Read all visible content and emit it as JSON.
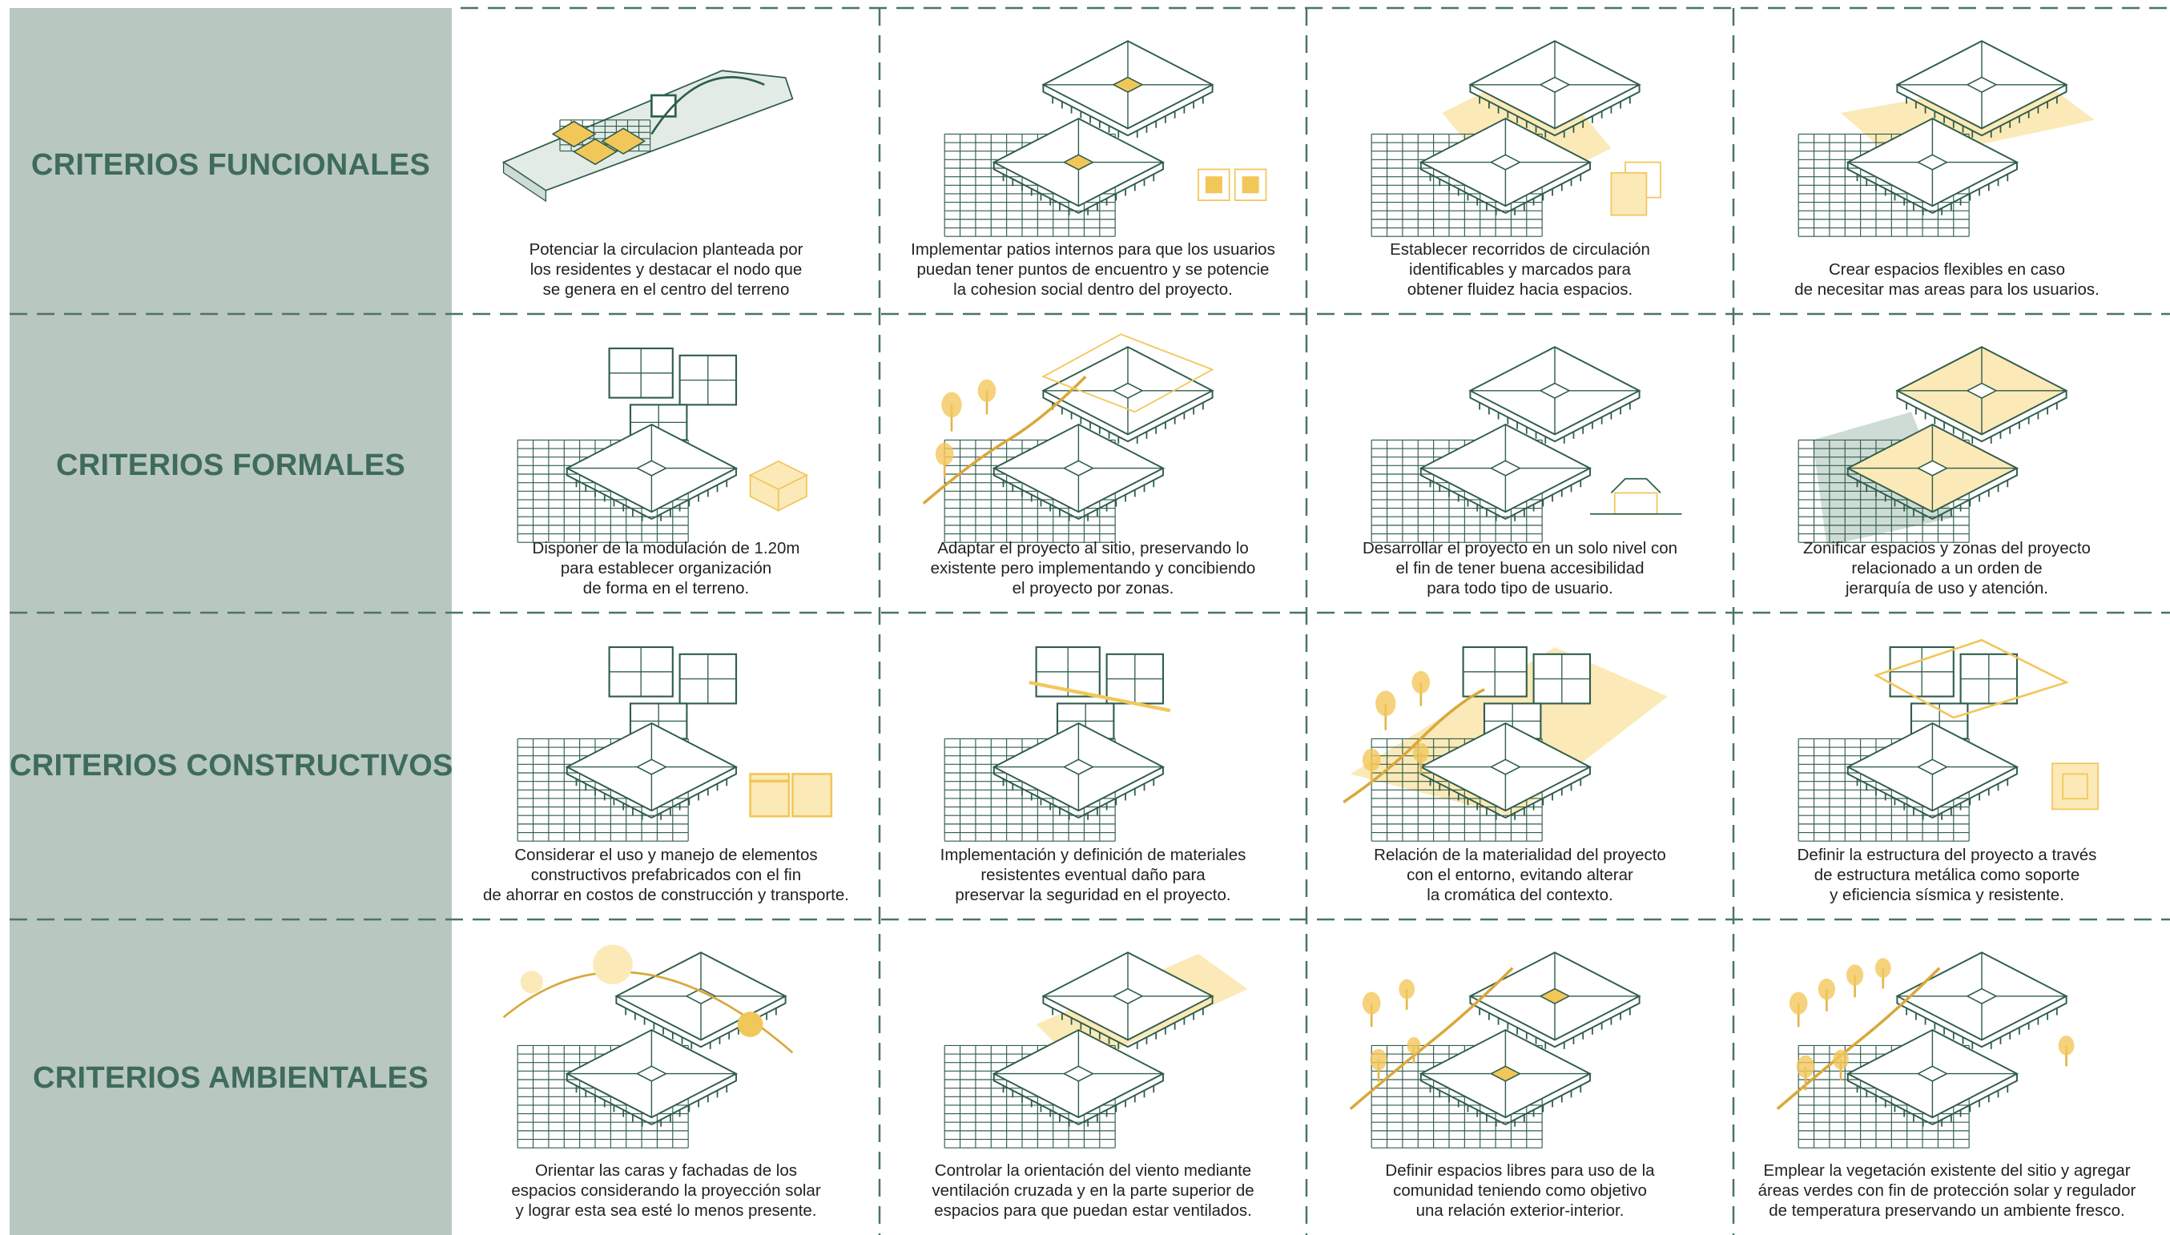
{
  "colors": {
    "sidebar": "#b8c7c0",
    "title": "#3e6b5b",
    "line": "#2f5d4a",
    "accent": "#f2c75a",
    "accent_light": "#fbe9b8",
    "grid_gray": "#b9c6c1",
    "dash": "#4a7565"
  },
  "rows": [
    {
      "title": "CRITERIOS FUNCIONALES",
      "cells": [
        {
          "illustration": "site-plan-illustration",
          "lines": [
            "Potenciar la circulacion planteada por",
            "los residentes y destacar el nodo que",
            "se genera en el centro del terreno"
          ]
        },
        {
          "illustration": "interior-patio-illustration",
          "lines": [
            "Implementar patios internos para que los usuarios",
            "puedan tener puntos de encuentro y se potencie",
            "la cohesion social dentro del proyecto."
          ]
        },
        {
          "illustration": "circulation-path-illustration",
          "lines": [
            "Establecer recorridos de circulación",
            "identificables y marcados para",
            "obtener fluidez hacia espacios."
          ]
        },
        {
          "illustration": "flexible-space-illustration",
          "lines": [
            "Crear espacios flexibles en caso",
            "de necesitar mas areas para los usuarios."
          ]
        }
      ]
    },
    {
      "title": "CRITERIOS FORMALES",
      "cells": [
        {
          "illustration": "modulation-illustration",
          "lines": [
            "Disponer de la modulación de 1.20m",
            "para establecer organización",
            "de forma en el terreno."
          ]
        },
        {
          "illustration": "site-adaptation-illustration",
          "lines": [
            "Adaptar el proyecto al sitio, preservando lo",
            "existente pero implementando y concibiendo",
            "el proyecto por zonas."
          ]
        },
        {
          "illustration": "single-level-illustration",
          "lines": [
            "Desarrollar el proyecto en un solo nivel con",
            "el fin de tener buena accesibilidad",
            "para todo tipo de usuario."
          ]
        },
        {
          "illustration": "zoning-illustration",
          "lines": [
            "Zonificar espacios y zonas del proyecto",
            "relacionado a un orden de",
            "jerarquía de uso y atención."
          ]
        }
      ]
    },
    {
      "title": "CRITERIOS CONSTRUCTIVOS",
      "cells": [
        {
          "illustration": "prefab-elements-illustration",
          "lines": [
            "Considerar el uso y manejo de elementos",
            "constructivos prefabricados con el fin",
            "de ahorrar en costos de construcción y transporte."
          ]
        },
        {
          "illustration": "materials-illustration",
          "lines": [
            "Implementación y definición de materiales",
            "resistentes eventual daño para",
            "preservar la seguridad en el proyecto."
          ]
        },
        {
          "illustration": "materiality-context-illustration",
          "lines": [
            "Relación de la materialidad del proyecto",
            "con el entorno, evitando alterar",
            "la cromática del contexto."
          ]
        },
        {
          "illustration": "metal-structure-illustration",
          "lines": [
            "Definir la estructura del proyecto a través",
            "de estructura metálica como soporte",
            "y eficiencia sísmica y resistente."
          ]
        }
      ]
    },
    {
      "title": "CRITERIOS AMBIENTALES",
      "cells": [
        {
          "illustration": "solar-orientation-illustration",
          "lines": [
            "Orientar las caras y fachadas de los",
            "espacios considerando la proyección solar",
            "y lograr esta sea esté lo menos presente."
          ]
        },
        {
          "illustration": "wind-ventilation-illustration",
          "lines": [
            "Controlar la orientación del viento mediante",
            "ventilación cruzada y en la parte superior de",
            "espacios para que puedan estar ventilados."
          ]
        },
        {
          "illustration": "open-spaces-illustration",
          "lines": [
            "Definir espacios libres para uso de la",
            "comunidad teniendo como objetivo",
            "una relación exterior-interior."
          ]
        },
        {
          "illustration": "vegetation-illustration",
          "lines": [
            "Emplear la vegetación existente del sitio y agregar",
            "áreas verdes con fin de protección solar y regulador",
            "de temperatura preservando un ambiente fresco."
          ]
        }
      ]
    }
  ]
}
